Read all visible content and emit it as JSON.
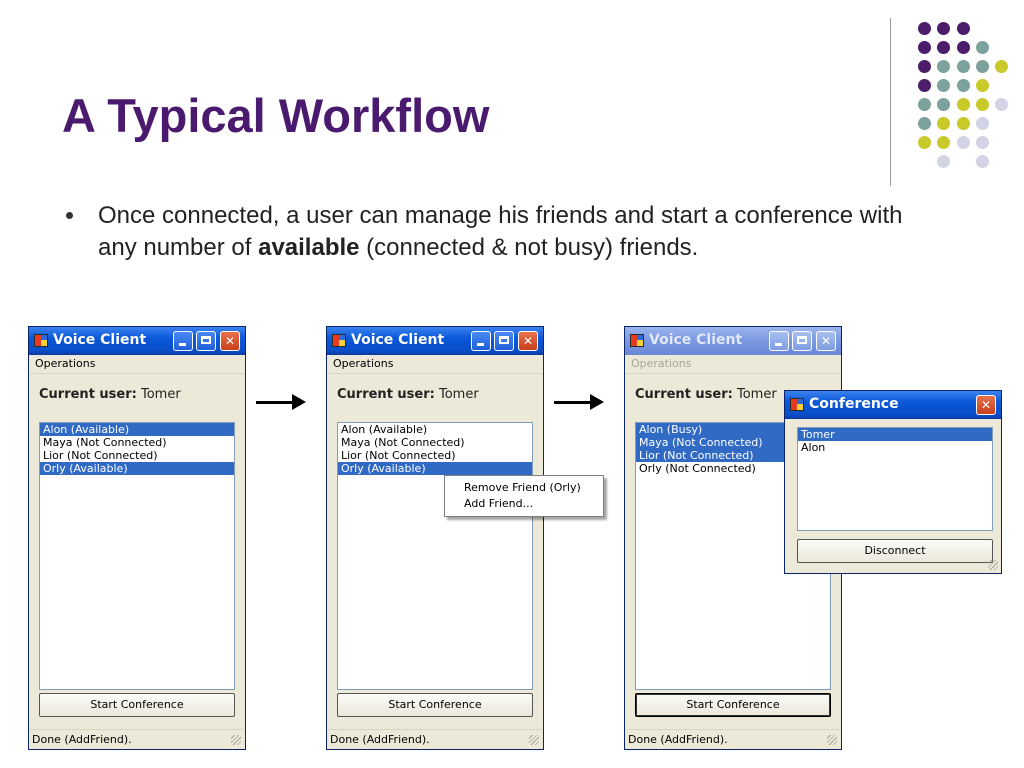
{
  "slide": {
    "title": "A Typical Workflow",
    "bullet_part1": "Once connected, a user can manage his friends and start a conference with any number of ",
    "bullet_bold": "available",
    "bullet_part2": " (connected & not busy) friends."
  },
  "colors": {
    "title": "#4a1a6e",
    "dot_purple": "#4b1d6b",
    "dot_teal": "#7da19c",
    "dot_yellow": "#c9c92a",
    "dot_lavender": "#d3d3e6",
    "xp_title_blue": "#0a58d8",
    "selection": "#316ac5"
  },
  "window1": {
    "title": "Voice Client",
    "menu": "Operations",
    "current_user_label": "Current user:",
    "current_user": "Tomer",
    "friends": [
      {
        "text": "Alon  (Available)",
        "selected": true
      },
      {
        "text": "Maya  (Not Connected)",
        "selected": false
      },
      {
        "text": "Lior  (Not Connected)",
        "selected": false
      },
      {
        "text": "Orly  (Available)",
        "selected": true
      }
    ],
    "button": "Start Conference",
    "status": "Done (AddFriend)."
  },
  "window2": {
    "title": "Voice Client",
    "menu": "Operations",
    "current_user_label": "Current user:",
    "current_user": "Tomer",
    "friends": [
      {
        "text": "Alon  (Available)",
        "selected": false
      },
      {
        "text": "Maya  (Not Connected)",
        "selected": false
      },
      {
        "text": "Lior  (Not Connected)",
        "selected": false
      },
      {
        "text": "Orly  (Available)",
        "selected": true
      }
    ],
    "button": "Start Conference",
    "status": "Done (AddFriend).",
    "context_menu": [
      "Remove Friend (Orly)",
      "Add Friend..."
    ]
  },
  "window3": {
    "title": "Voice Client",
    "menu": "Operations",
    "current_user_label": "Current user:",
    "current_user": "Tomer",
    "friends": [
      {
        "text": "Alon  (Busy)",
        "selected": true
      },
      {
        "text": "Maya  (Not Connected)",
        "selected": true
      },
      {
        "text": "Lior  (Not Connected)",
        "selected": true
      },
      {
        "text": "Orly  (Not Connected)",
        "selected": false
      }
    ],
    "button": "Start Conference",
    "status": "Done (AddFriend)."
  },
  "conference": {
    "title": "Conference",
    "members": [
      {
        "text": "Tomer",
        "selected": true
      },
      {
        "text": "Alon",
        "selected": false
      }
    ],
    "button": "Disconnect"
  }
}
